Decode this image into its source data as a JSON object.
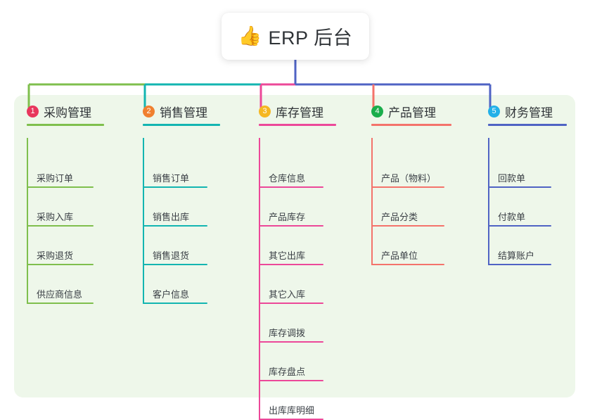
{
  "diagram": {
    "root": {
      "icon": "thumbs-up-icon",
      "emoji": "👍",
      "label": "ERP 后台"
    },
    "panel_background": "#eef7ea",
    "columns": [
      {
        "index": "1",
        "title": "采购管理",
        "badge_color": "#e8365d",
        "line_color": "#7fbf4d",
        "items": [
          "采购订单",
          "采购入库",
          "采购退货",
          "供应商信息"
        ]
      },
      {
        "index": "2",
        "title": "销售管理",
        "badge_color": "#f08030",
        "line_color": "#13b5b1",
        "items": [
          "销售订单",
          "销售出库",
          "销售退货",
          "客户信息"
        ]
      },
      {
        "index": "3",
        "title": "库存管理",
        "badge_color": "#f5b722",
        "line_color": "#ec4899",
        "items": [
          "仓库信息",
          "产品库存",
          "其它出库",
          "其它入库",
          "库存调拨",
          "库存盘点",
          "出库库明细"
        ]
      },
      {
        "index": "4",
        "title": "产品管理",
        "badge_color": "#1aad4b",
        "line_color": "#f4736b",
        "items": [
          "产品（物料）",
          "产品分类",
          "产品单位"
        ]
      },
      {
        "index": "5",
        "title": "财务管理",
        "badge_color": "#22b0e8",
        "line_color": "#4f63c4",
        "items": [
          "回款单",
          "付款单",
          "结算账户"
        ]
      }
    ],
    "trunk_color": "#4f63c4"
  }
}
